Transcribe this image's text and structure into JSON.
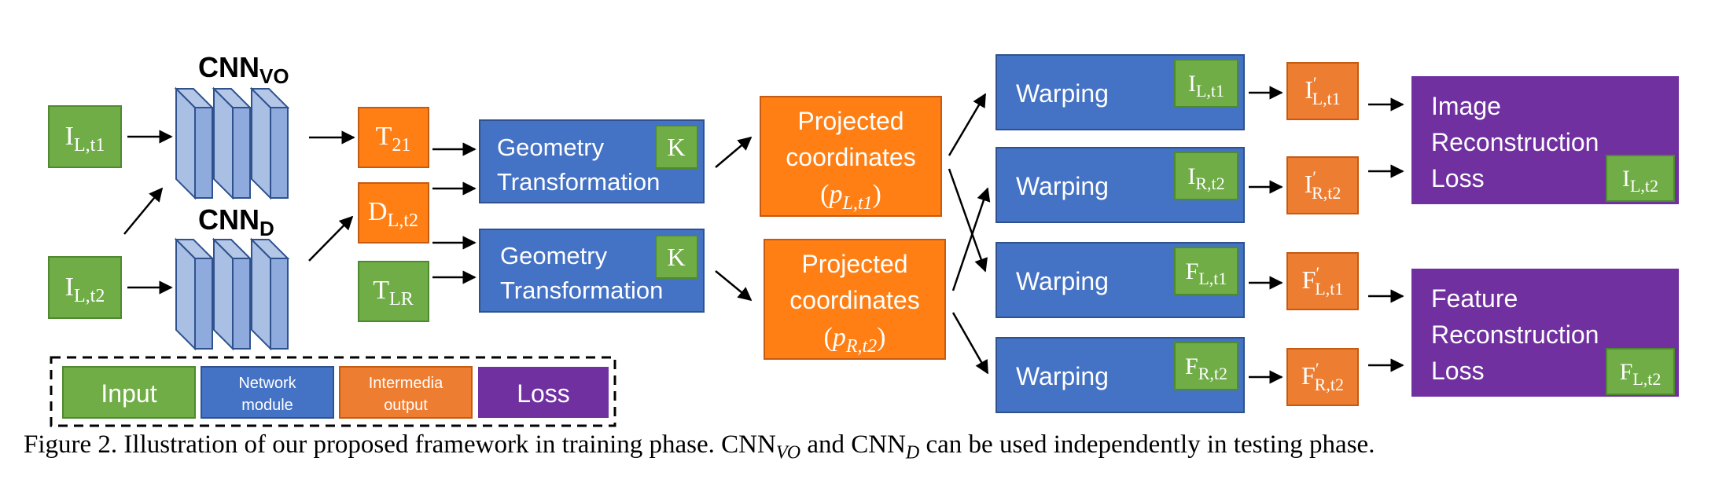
{
  "colors": {
    "input": "#70ad47",
    "input_border": "#4e8a2f",
    "network": "#4472c4",
    "network_border": "#2f528f",
    "intermediate": "#ff7f15",
    "intermediate_alt": "#ed7d31",
    "intermediate_border": "#c55a11",
    "loss": "#7030a0",
    "cnn_layer": "#8faadc",
    "cnn_border": "#2f528f"
  },
  "inputs": {
    "i_l_t1": {
      "base": "I",
      "sub": "L,t1"
    },
    "i_l_t2": {
      "base": "I",
      "sub": "L,t2"
    },
    "t_lr": {
      "base": "T",
      "sub": "LR"
    }
  },
  "cnn": {
    "vo": {
      "base": "CNN",
      "sub": "VO"
    },
    "d": {
      "base": "CNN",
      "sub": "D"
    }
  },
  "intermediates": {
    "t21": {
      "base": "T",
      "sub": "21"
    },
    "d_l_t2": {
      "base": "D",
      "sub": "L,t2"
    }
  },
  "geometry": [
    {
      "line1": "Geometry",
      "line2": "Transformation",
      "k": "K"
    },
    {
      "line1": "Geometry",
      "line2": "Transformation",
      "k": "K"
    }
  ],
  "projected": [
    {
      "line1": "Projected",
      "line2": "coordinates",
      "math_base": "p",
      "math_sub": "L,t1"
    },
    {
      "line1": "Projected",
      "line2": "coordinates",
      "math_base": "p",
      "math_sub": "R,t2"
    }
  ],
  "warping": [
    {
      "label": "Warping",
      "tag_base": "I",
      "tag_sub": "L,t1",
      "out_base": "I",
      "out_sub": "L,t1"
    },
    {
      "label": "Warping",
      "tag_base": "I",
      "tag_sub": "R,t2",
      "out_base": "I",
      "out_sub": "R,t2"
    },
    {
      "label": "Warping",
      "tag_base": "F",
      "tag_sub": "L,t1",
      "out_base": "F",
      "out_sub": "L,t1"
    },
    {
      "label": "Warping",
      "tag_base": "F",
      "tag_sub": "R,t2",
      "out_base": "F",
      "out_sub": "R,t2"
    }
  ],
  "losses": [
    {
      "line1": "Image",
      "line2": "Reconstruction",
      "line3": "Loss",
      "tag_base": "I",
      "tag_sub": "L,t2"
    },
    {
      "line1": "Feature",
      "line2": "Reconstruction",
      "line3": "Loss",
      "tag_base": "F",
      "tag_sub": "L,t2"
    }
  ],
  "legend": {
    "input": "Input",
    "network_line1": "Network",
    "network_line2": "module",
    "intermediate_line1": "Intermedia",
    "intermediate_line2": "output",
    "loss": "Loss"
  },
  "caption": {
    "prefix": "Figure 2. Illustration of our proposed framework in training phase. CNN",
    "sub1": "VO",
    "middle": " and CNN",
    "sub2": "D",
    "suffix": " can be used independently in testing phase."
  }
}
